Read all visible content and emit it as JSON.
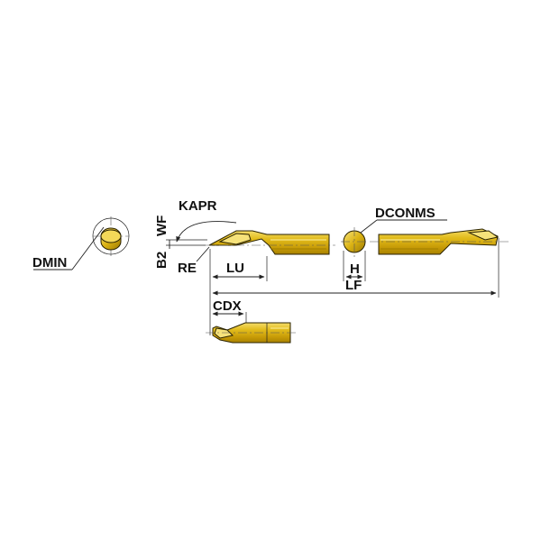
{
  "diagram": {
    "labels": {
      "dmin": "DMIN",
      "kapr": "KAPR",
      "wf": "WF",
      "b2": "B2",
      "re": "RE",
      "lu": "LU",
      "dconms": "DCONMS",
      "h": "H",
      "lf": "LF",
      "cdx": "CDX"
    },
    "colors": {
      "tool_gold": "#d9b10f",
      "tool_highlight": "#f6e27a",
      "tool_shadow": "#8f6f00",
      "line": "#222222",
      "background": "#ffffff"
    }
  }
}
